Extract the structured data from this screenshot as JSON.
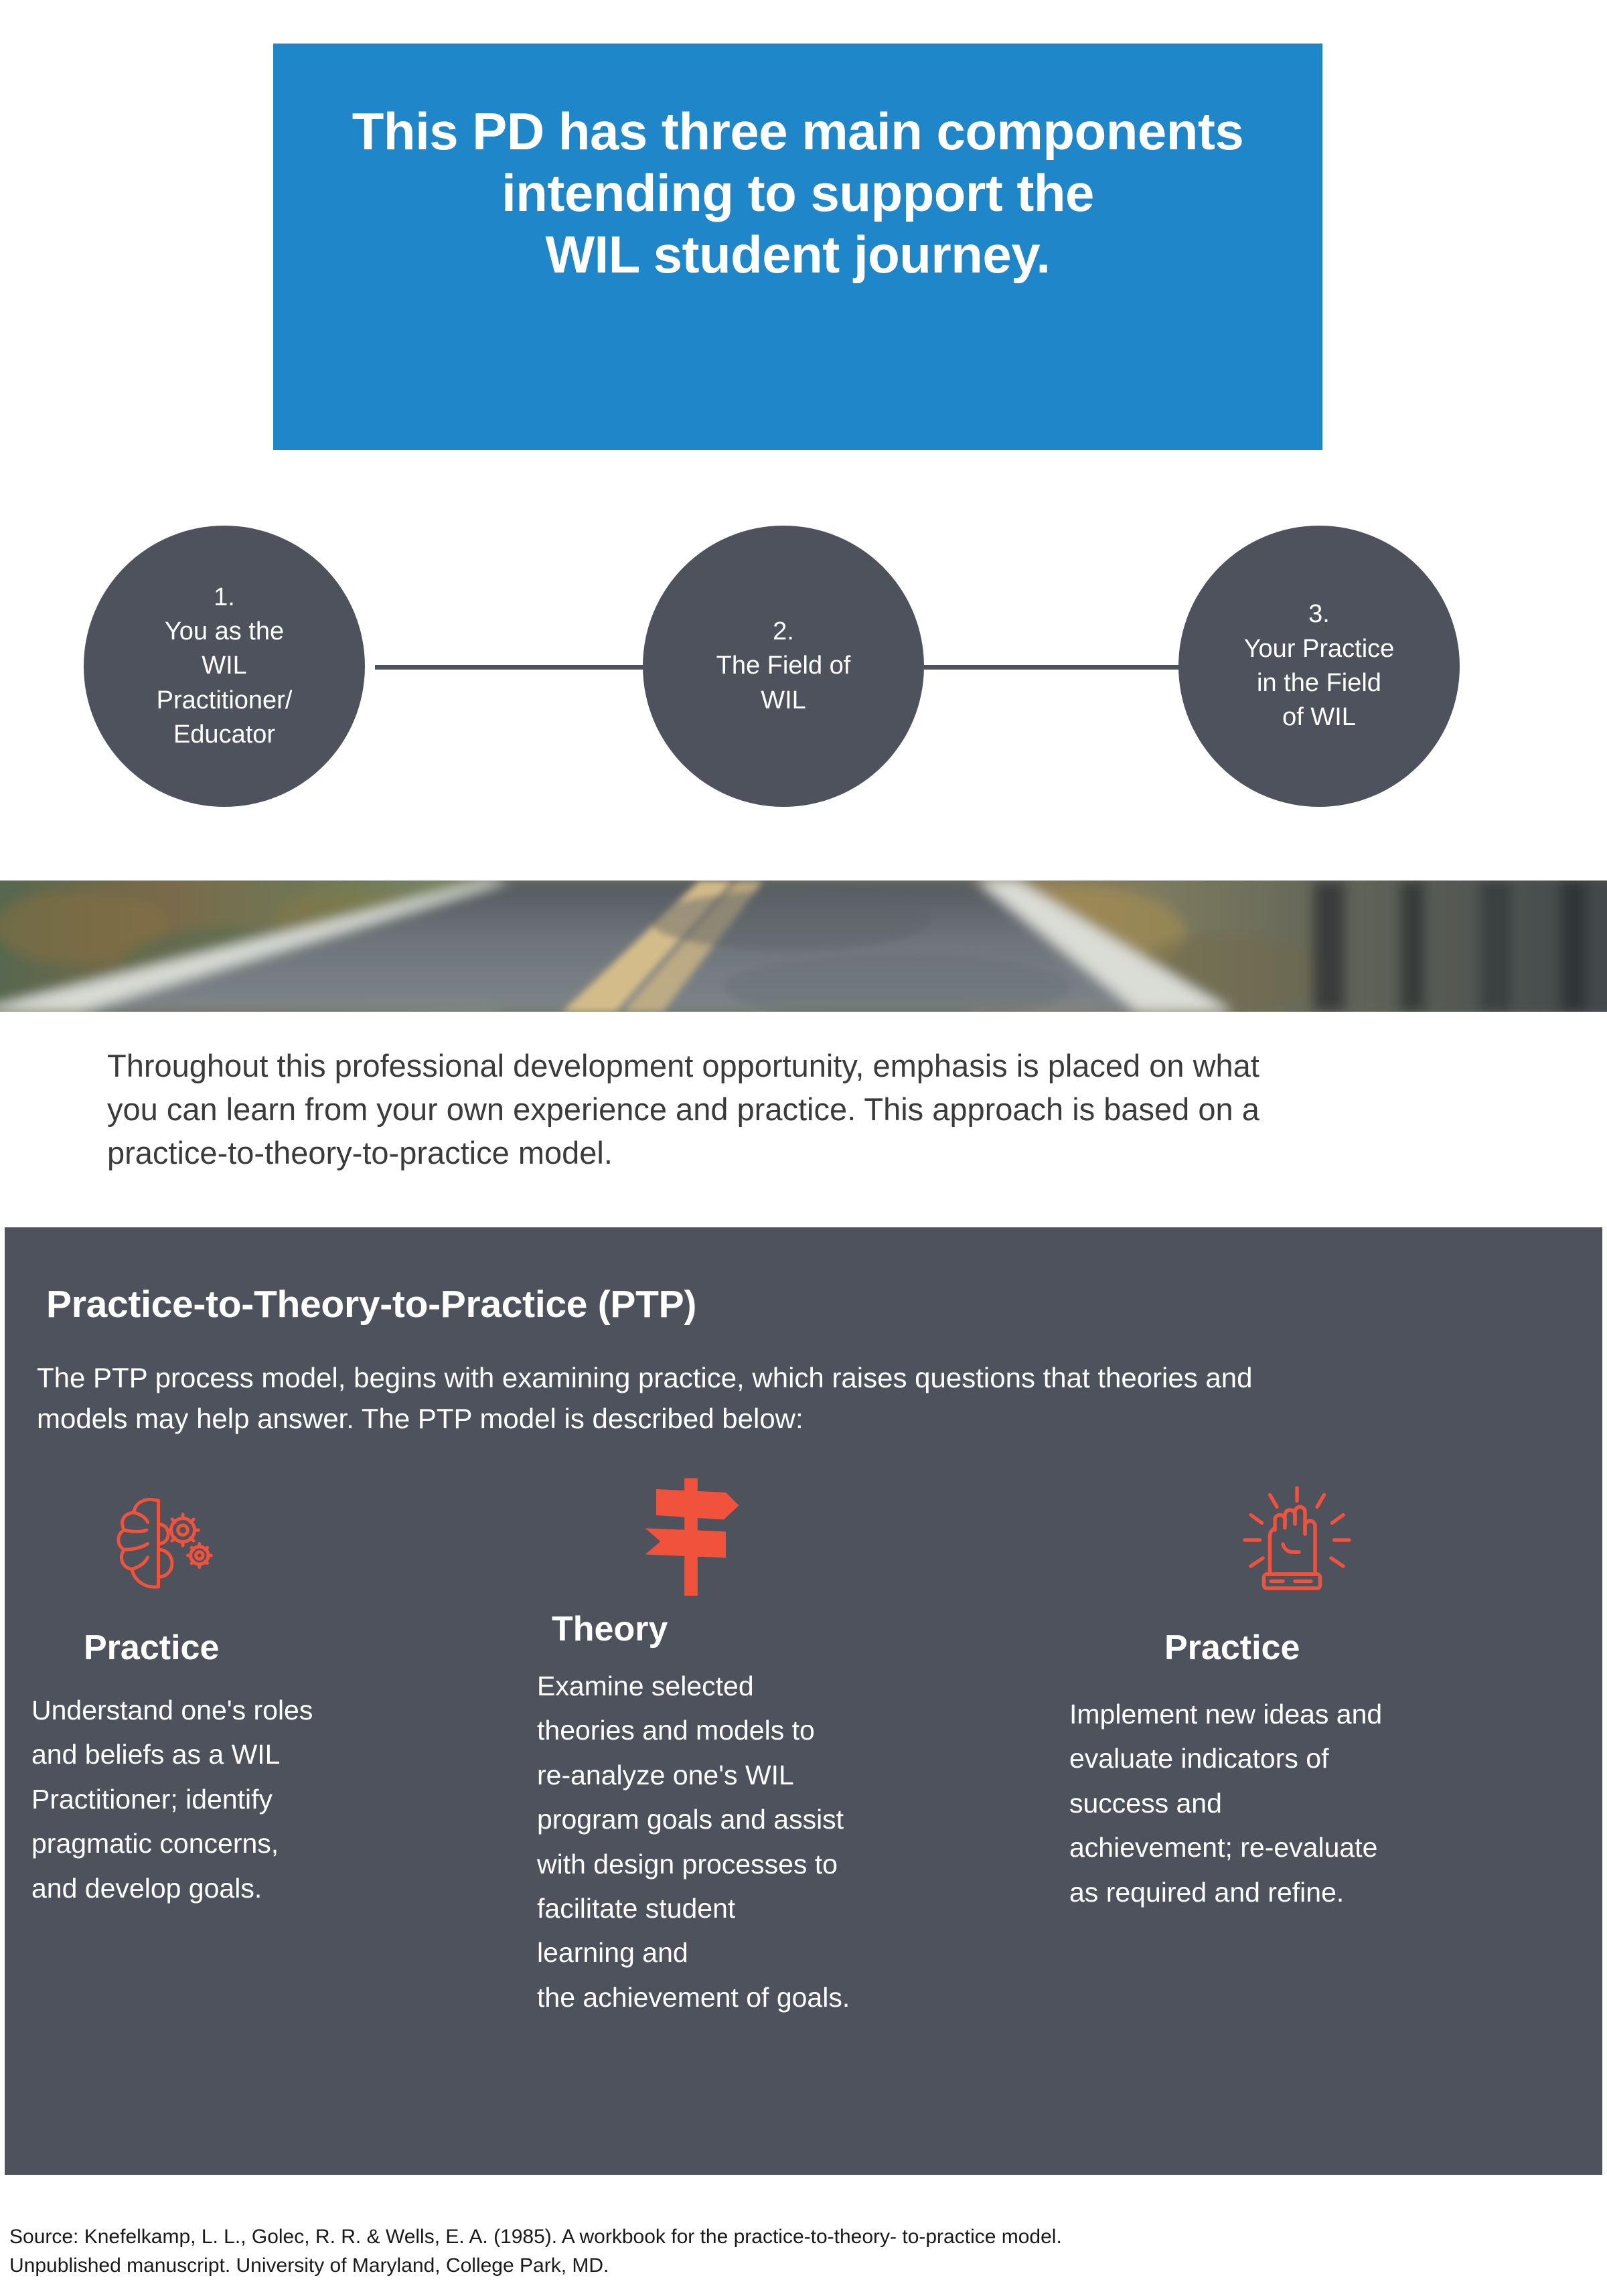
{
  "hero": {
    "title": "This PD has three main components\nintending to support the\nWIL student journey.",
    "background_color": "#1f86c9",
    "text_color": "#ffffff"
  },
  "journey": {
    "circle_color": "#4e525c",
    "connector_color": "#4e525c",
    "steps": [
      {
        "number": "1.",
        "label": "1.\nYou as the\nWIL\nPractitioner/\nEducator"
      },
      {
        "number": "2.",
        "label": "2.\nThe Field of\nWIL"
      },
      {
        "number": "3.",
        "label": "3.\nYour Practice\nin the Field\nof WIL"
      }
    ]
  },
  "photo": {
    "alt": "blurred forest road receding into distance"
  },
  "intro": {
    "paragraph": "Throughout this professional development opportunity, emphasis is placed on what\nyou can learn from your own experience and practice. This approach is based on a\npractice-to-theory-to-practice model."
  },
  "panel": {
    "background_color": "#4e525c",
    "accent_color": "#f0523c",
    "title": "Practice-to-Theory-to-Practice (PTP)",
    "intro": "The PTP process model, begins with examining practice, which raises questions that theories and\nmodels may help answer. The PTP model is described below:",
    "columns": [
      {
        "icon": "brain-gears-icon",
        "heading": "Practice",
        "body": "Understand one's roles\nand beliefs as a WIL\nPractitioner;  identify\npragmatic concerns,\nand develop goals."
      },
      {
        "icon": "signpost-icon",
        "heading": "Theory",
        "body": "Examine selected\ntheories and models to\nre-analyze one's WIL\nprogram goals and assist\nwith design processes to\nfacilitate student\nlearning and\nthe achievement of goals."
      },
      {
        "icon": "raised-fist-icon",
        "heading": "Practice",
        "body": "Implement new ideas and\nevaluate indicators of\nsuccess and\nachievement; re-evaluate\nas required and refine."
      }
    ]
  },
  "source": {
    "text": "Source:  Knefelkamp, L. L., Golec, R. R. & Wells, E. A. (1985). A workbook for the practice-to-theory- to-practice model.\nUnpublished manuscript. University of Maryland, College Park, MD."
  }
}
